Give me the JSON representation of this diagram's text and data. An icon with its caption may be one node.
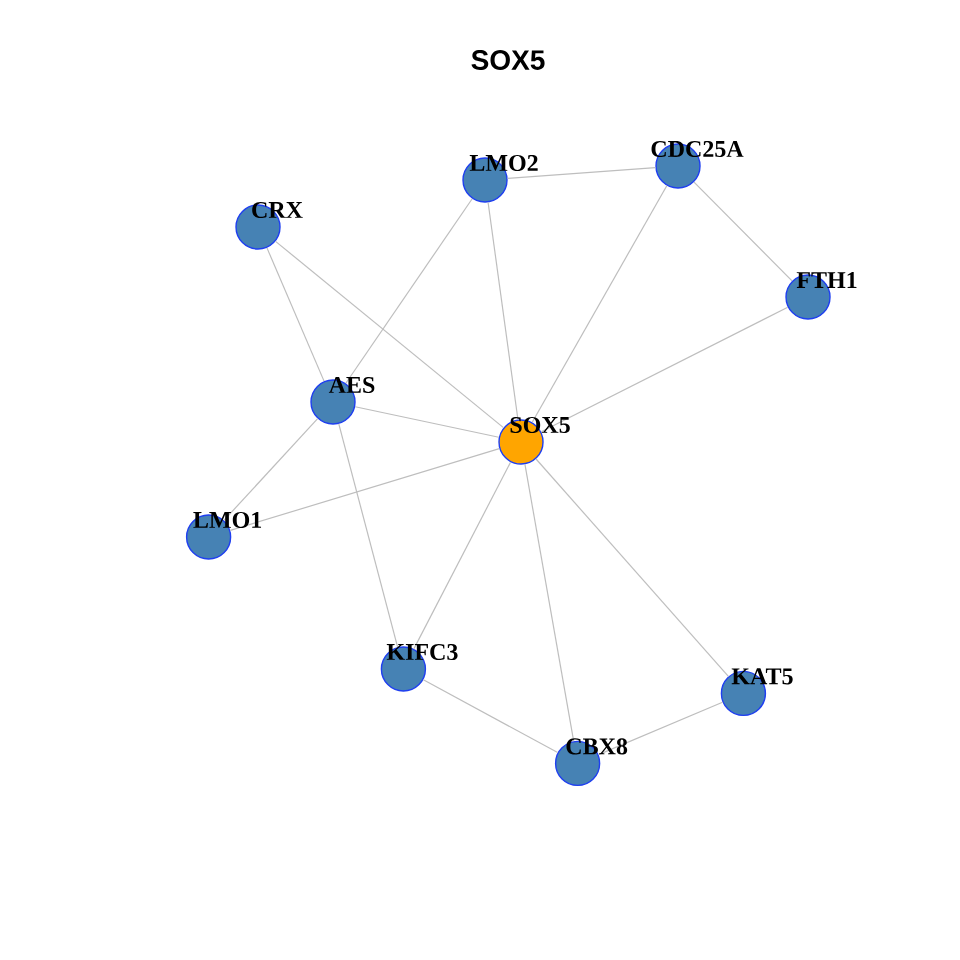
{
  "diagram": {
    "title": "SOX5",
    "nodes": [
      {
        "text": [
          "CDC25A"
        ]
      },
      {
        "text": [
          "LMO2"
        ]
      },
      {
        "text": [
          "CRX"
        ]
      },
      {
        "text": [
          "FTH1"
        ]
      },
      {
        "text": [
          "AES"
        ]
      },
      {
        "text": [
          "SOX5"
        ]
      },
      {
        "text": [
          "LMO1"
        ]
      },
      {
        "text": [
          "KIFC3"
        ]
      },
      {
        "text": [
          "KAT5"
        ]
      },
      {
        "text": [
          "CBX8"
        ]
      }
    ],
    "edges": [
      {
        "from": 1,
        "to": 0,
        "arrow": "none"
      },
      {
        "from": 0,
        "to": 3,
        "arrow": "none"
      },
      {
        "from": 0,
        "to": 5,
        "arrow": "none"
      },
      {
        "from": 1,
        "to": 5,
        "arrow": "none"
      },
      {
        "from": 1,
        "to": 4,
        "arrow": "none"
      },
      {
        "from": 2,
        "to": 4,
        "arrow": "none"
      },
      {
        "from": 2,
        "to": 5,
        "arrow": "none"
      },
      {
        "from": 3,
        "to": 5,
        "arrow": "none"
      },
      {
        "from": 4,
        "to": 5,
        "arrow": "none"
      },
      {
        "from": 4,
        "to": 6,
        "arrow": "none"
      },
      {
        "from": 4,
        "to": 7,
        "arrow": "none"
      },
      {
        "from": 5,
        "to": 6,
        "arrow": "none"
      },
      {
        "from": 5,
        "to": 7,
        "arrow": "none"
      },
      {
        "from": 5,
        "to": 9,
        "arrow": "none"
      },
      {
        "from": 5,
        "to": 8,
        "arrow": "none"
      },
      {
        "from": 7,
        "to": 9,
        "arrow": "none"
      },
      {
        "from": 8,
        "to": 9,
        "arrow": "none"
      }
    ]
  }
}
